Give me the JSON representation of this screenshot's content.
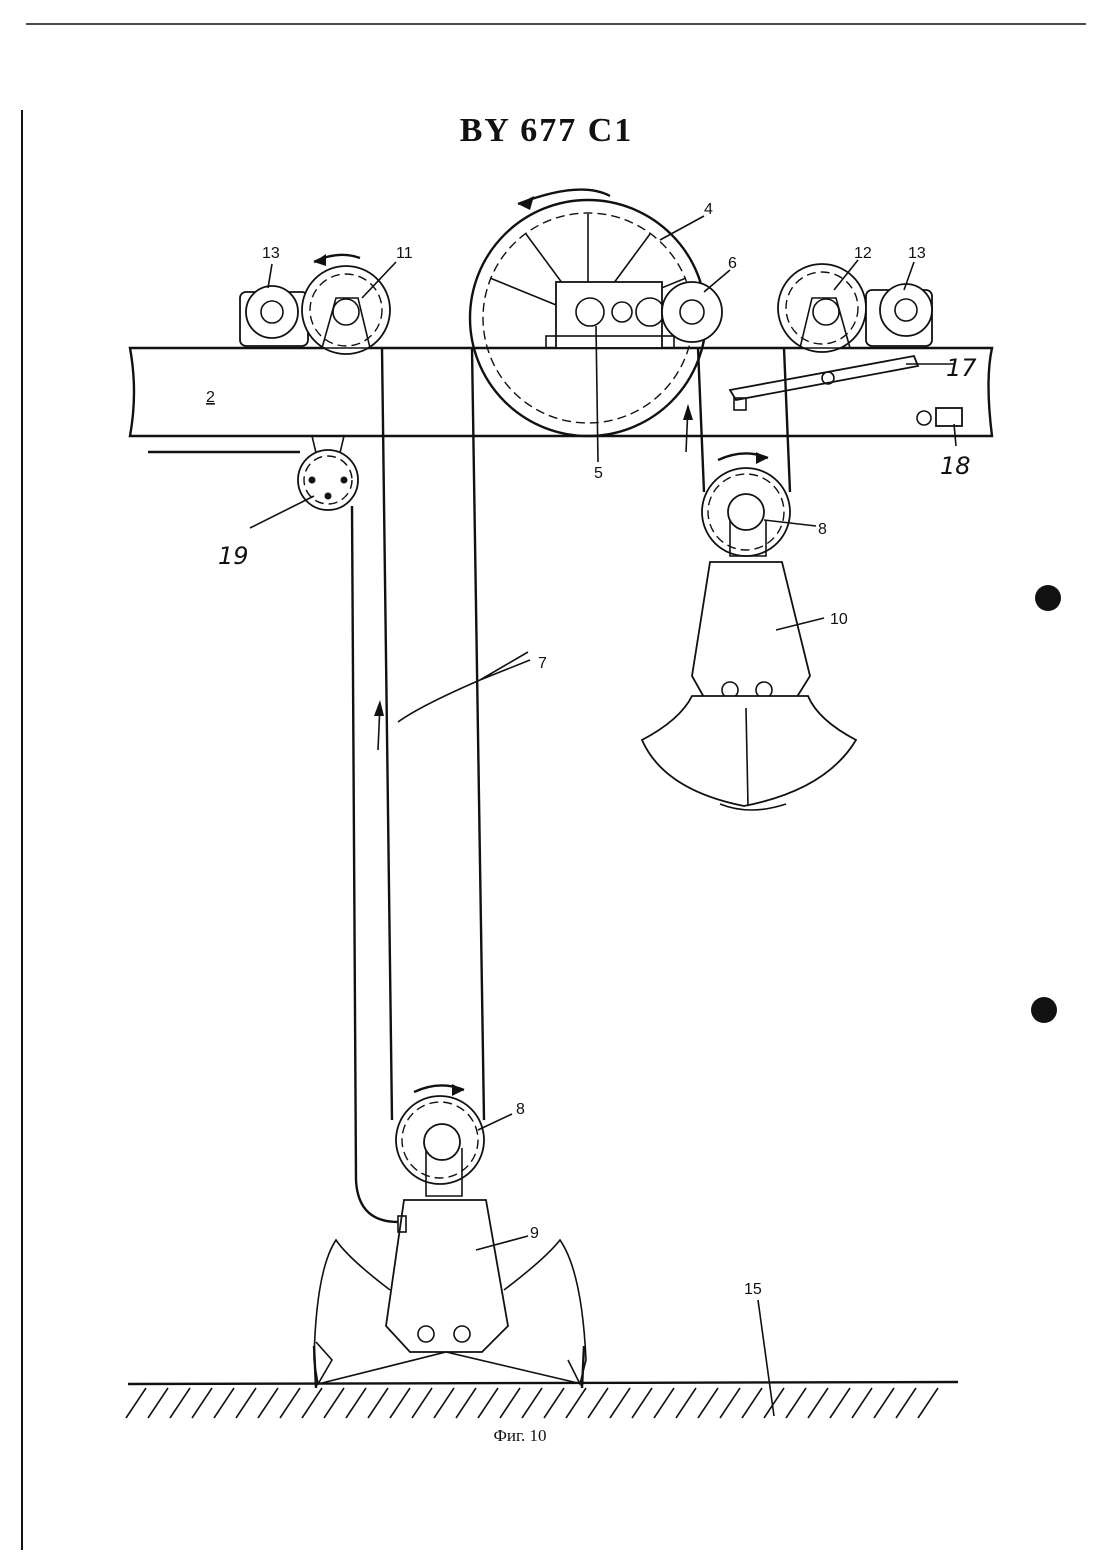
{
  "document": {
    "patent_number": "BY 677 C1",
    "figure_caption": "Фиг. 10"
  },
  "labels": {
    "motor_left": "13",
    "winch_left": "11",
    "sheave": "4",
    "drive": "6",
    "winch_right": "12",
    "motor_right": "13",
    "beam": "2",
    "gearbox": "5",
    "lever": "17",
    "sensor": "18",
    "pulley": "19",
    "rope": "7",
    "grab_sheave_upper": "8",
    "closed_grab": "10",
    "grab_sheave_lower": "8",
    "open_grab": "9",
    "ground": "15"
  },
  "colors": {
    "ink": "#111111",
    "paper": "#ffffff"
  }
}
